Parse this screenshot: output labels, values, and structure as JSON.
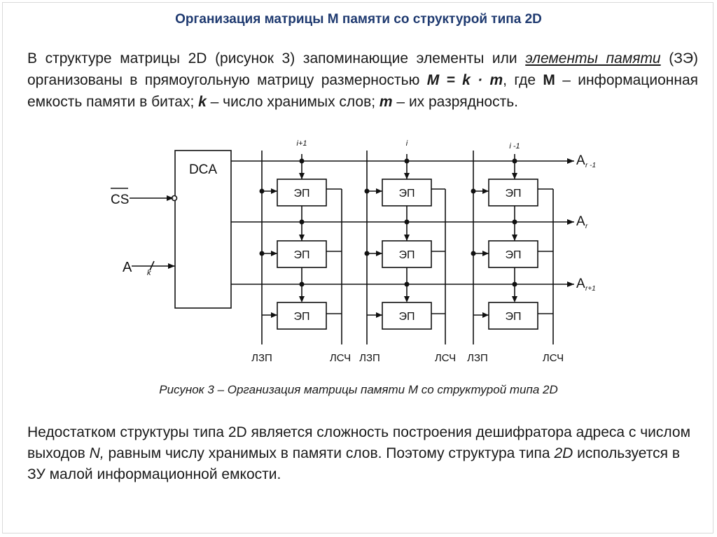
{
  "title": "Организация матрицы М памяти со структурой типа 2D",
  "para1": {
    "t1": "В структуре матрицы 2D (рисунок 3) запоминающие элементы или ",
    "link": "элементы памяти",
    "t2": " (ЗЭ) организованы в прямоугольную матрицу размерностью ",
    "formula": "M = k · m",
    "t3": ", где ",
    "M": "M",
    "t4": " – информационная емкость памяти в битах; ",
    "k": "k",
    "t5": " – число хранимых слов; ",
    "m": "m",
    "t6": " – их разрядность."
  },
  "diagram": {
    "decoder_label": "DCA",
    "cs_label": "CS",
    "a_label": "A",
    "a_slash_label": "/",
    "a_k_label": "k",
    "cell_label": "ЭП",
    "column_top_labels": [
      "i+1",
      "i",
      "i -1"
    ],
    "row_labels": [
      {
        "main": "A",
        "sub": "r -1"
      },
      {
        "main": "A",
        "sub": "r"
      },
      {
        "main": "A",
        "sub": "r+1"
      }
    ],
    "bottom_labels": [
      "ЛЗП",
      "ЛСЧ",
      "ЛЗП",
      "ЛСЧ",
      "ЛЗП",
      "ЛСЧ"
    ]
  },
  "caption": "Рисунок 3 – Организация матрицы памяти М со структурой типа 2D",
  "para2": {
    "t1": "Недостатком структуры типа 2D является сложность построения дешифратора адреса с числом выходов ",
    "N": "N,",
    "t2": " равным числу хранимых в памяти слов. Поэтому структура типа ",
    "twoD": "2D",
    "t3": " используется в ЗУ малой информационной емкости."
  }
}
